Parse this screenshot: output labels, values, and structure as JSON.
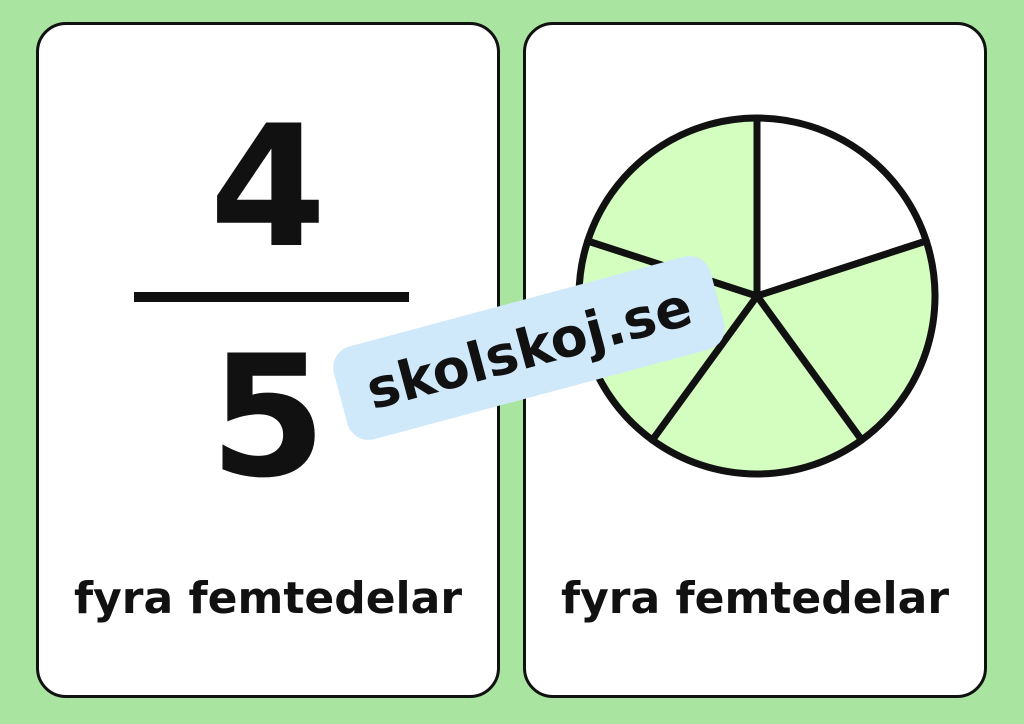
{
  "colors": {
    "background": "#a9e4a1",
    "card": "#ffffff",
    "outline": "#111111",
    "pie_fill": "#d4fdc0",
    "pie_empty": "#ffffff",
    "watermark": "#cfe9fb"
  },
  "fraction_card": {
    "numerator": "4",
    "denominator": "5",
    "caption": "fyra femtedelar"
  },
  "pie_card": {
    "total_parts": 5,
    "shaded_parts": 4,
    "caption": "fyra femtedelar"
  },
  "watermark": {
    "text": "skolskoj.se"
  }
}
